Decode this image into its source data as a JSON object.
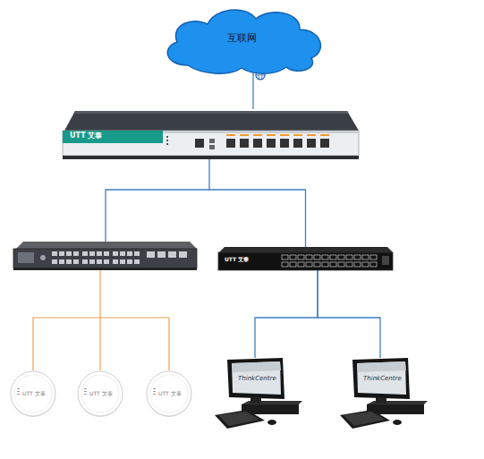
{
  "diagram": {
    "nodes": [
      {
        "text": [
          "互联网"
        ]
      },
      {
        "text": [
          "UTT 艾泰"
        ]
      },
      {
        "text": [
          "UTT 艾泰"
        ]
      },
      {
        "text": [
          "UTT 艾泰"
        ]
      },
      {
        "text": [
          "UTT 艾泰"
        ]
      },
      {
        "text": [
          "UTT 艾泰"
        ]
      },
      {
        "text": [
          "ThinkCentre"
        ]
      },
      {
        "text": [
          "ThinkCentre"
        ]
      }
    ],
    "edges": [
      {
        "from": 0,
        "to": 1,
        "arrow": "none"
      },
      {
        "from": 1,
        "to": 2,
        "arrow": "none"
      },
      {
        "from": 2,
        "to": 6,
        "arrow": "none"
      },
      {
        "from": 2,
        "to": 7,
        "arrow": "none"
      }
    ]
  }
}
